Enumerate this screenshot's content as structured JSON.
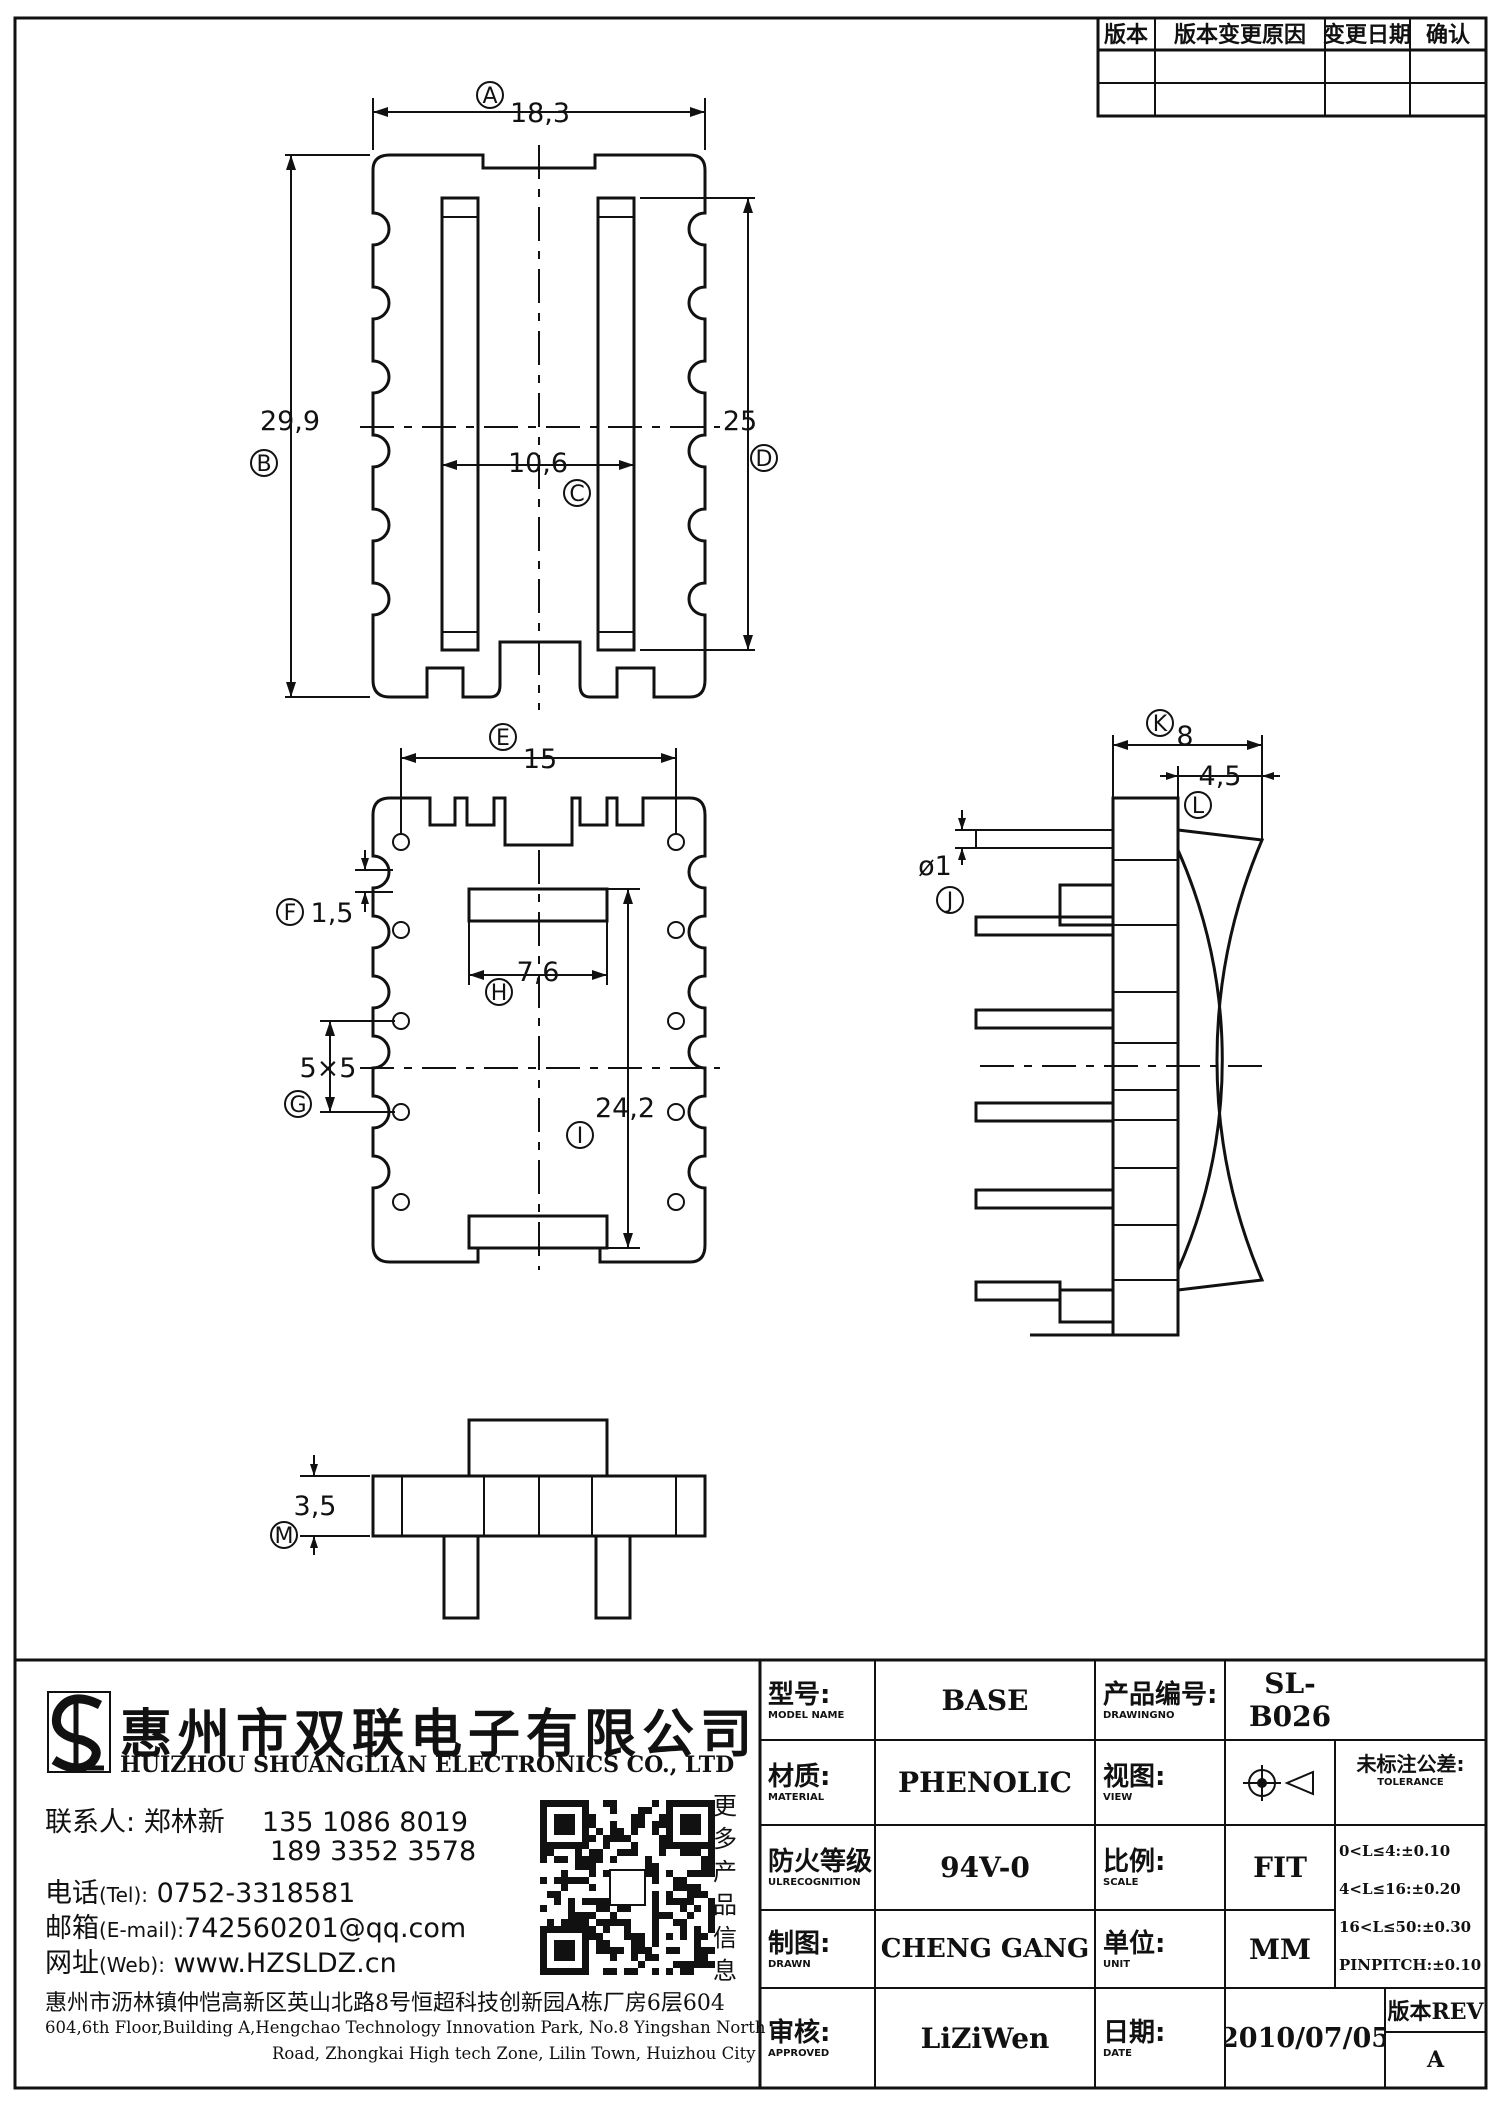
{
  "revision_table": {
    "headers": [
      "版本",
      "版本变更原因",
      "变更日期",
      "确认"
    ]
  },
  "dimensions": {
    "a": {
      "id": "A",
      "value": "18,3"
    },
    "b": {
      "id": "B",
      "value": "29,9"
    },
    "c": {
      "id": "C",
      "value": "10,6"
    },
    "d": {
      "id": "D",
      "value": "25"
    },
    "e": {
      "id": "E",
      "value": "15"
    },
    "f": {
      "id": "F",
      "value": "1,5"
    },
    "g": {
      "id": "G",
      "value": "5×5"
    },
    "h": {
      "id": "H",
      "value": "7,6"
    },
    "i": {
      "id": "I",
      "value": "24,2"
    },
    "j": {
      "id": "J",
      "value": "ø1"
    },
    "k": {
      "id": "K",
      "value": "8"
    },
    "l": {
      "id": "L",
      "value": "4,5"
    },
    "m": {
      "id": "M",
      "value": "3,5"
    }
  },
  "company": {
    "name_cn": "惠州市双联电子有限公司",
    "name_en": "HUIZHOU SHUANGLIAN ELECTRONICS CO., LTD",
    "contact_label": "联系人:",
    "contact_name": "郑林新",
    "phone1": "135 1086 8019",
    "phone2": "189 3352 3578",
    "tel_label": "电话",
    "tel_hint": "(Tel):",
    "tel": "0752-3318581",
    "email_label": "邮箱",
    "email_hint": "(E-mail):",
    "email": "742560201@qq.com",
    "web_label": "网址",
    "web_hint": "(Web):",
    "web": "www.HZSLDZ.cn",
    "qr_caption": [
      "更",
      "多",
      "产",
      "品",
      "信",
      "息"
    ],
    "address_cn": "惠州市沥林镇仲恺高新区英山北路8号恒超科技创新园A栋厂房6层604",
    "address_en_1": "604,6th Floor,Building A,Hengchao Technology Innovation Park, No.8 Yingshan North",
    "address_en_2": "Road, Zhongkai High tech Zone, Lilin Town, Huizhou City"
  },
  "title_block": {
    "model_label": "型号:",
    "model_sub": "MODEL NAME",
    "model": "BASE",
    "drawing_label": "产品编号:",
    "drawing_sub": "DRAWINGNO",
    "drawing_no": "SL-B026",
    "material_label": "材质:",
    "material_sub": "MATERIAL",
    "material": "PHENOLIC",
    "view_label": "视图:",
    "view_sub": "VIEW",
    "tolerance_label": "未标注公差:",
    "tolerance_sub": "TOLERANCE",
    "tolerances": [
      "0<L≤4:±0.10",
      "4<L≤16:±0.20",
      "16<L≤50:±0.30",
      "PINPITCH:±0.10"
    ],
    "fire_label": "防火等级",
    "fire_sub": "ULRECOGNITION",
    "fire": "94V-0",
    "scale_label": "比例:",
    "scale_sub": "SCALE",
    "scale": "FIT",
    "drawn_label": "制图:",
    "drawn_sub": "DRAWN",
    "drawn": "CHENG GANG",
    "unit_label": "单位:",
    "unit_sub": "UNIT",
    "unit": "MM",
    "approved_label": "审核:",
    "approved_sub": "APPROVED",
    "approved": "LiZiWen",
    "date_label": "日期:",
    "date_sub": "DATE",
    "date": "2010/07/05",
    "rev_label": "版本REV",
    "rev": "A"
  }
}
